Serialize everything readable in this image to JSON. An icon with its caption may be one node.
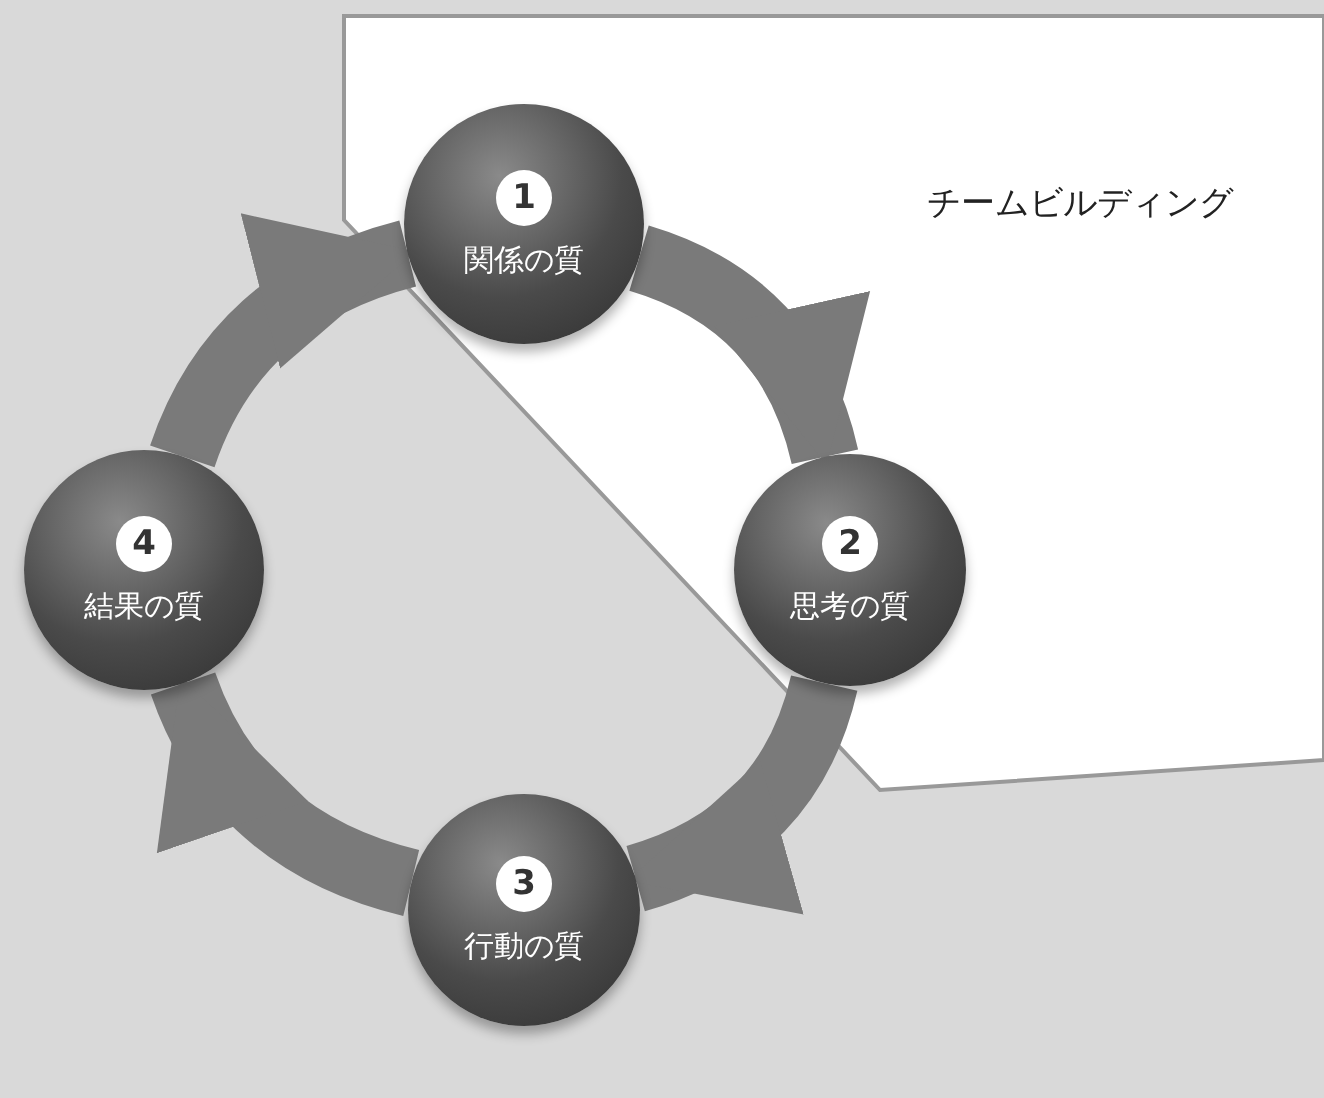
{
  "diagram": {
    "nodes": [
      {
        "text": [
          "1",
          "関係の質"
        ]
      },
      {
        "text": [
          "2",
          "思考の質"
        ]
      },
      {
        "text": [
          "3",
          "行動の質"
        ]
      },
      {
        "text": [
          "4",
          "結果の質"
        ]
      }
    ],
    "edges": [
      {
        "from": 0,
        "to": 1,
        "arrow": "to"
      },
      {
        "from": 1,
        "to": 2,
        "arrow": "to"
      },
      {
        "from": 2,
        "to": 3,
        "arrow": "to"
      },
      {
        "from": 3,
        "to": 0,
        "arrow": "to"
      }
    ],
    "labels": [
      "チームビルディング"
    ]
  }
}
